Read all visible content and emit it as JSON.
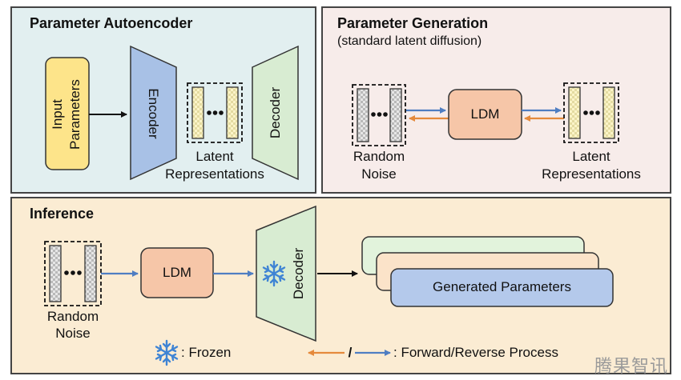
{
  "panels": {
    "autoencoder": {
      "title": "Parameter Autoencoder",
      "input": "Input Parameters",
      "encoder": "Encoder",
      "decoder": "Decoder",
      "latent_line1": "Latent",
      "latent_line2": "Representations"
    },
    "generation": {
      "title": "Parameter Generation",
      "subtitle": "(standard latent diffusion)",
      "noise_line1": "Random",
      "noise_line2": "Noise",
      "ldm": "LDM",
      "latent_line1": "Latent",
      "latent_line2": "Representations"
    },
    "inference": {
      "title": "Inference",
      "noise_line1": "Random",
      "noise_line2": "Noise",
      "ldm": "LDM",
      "decoder": "Decoder",
      "output": "Generated Parameters"
    }
  },
  "legend": {
    "frozen": ": Frozen",
    "slash": "/",
    "process": ": Forward/Reverse Process"
  },
  "watermark": "腾果智讯",
  "colors": {
    "autoencoder_bg": "#e2eff0",
    "generation_bg": "#f7ecea",
    "inference_bg": "#fbecd3",
    "input_box": "#fde48a",
    "encoder": "#a8c1e6",
    "decoder": "#d8ecd2",
    "ldm": "#f6c6a8",
    "card_green": "#e2f3dc",
    "card_peach": "#fbe3c9",
    "card_blue": "#b4c9eb",
    "arrow_blue": "#4f7ec2",
    "arrow_orange": "#e58a3c",
    "snowflake": "#3f84d4"
  }
}
